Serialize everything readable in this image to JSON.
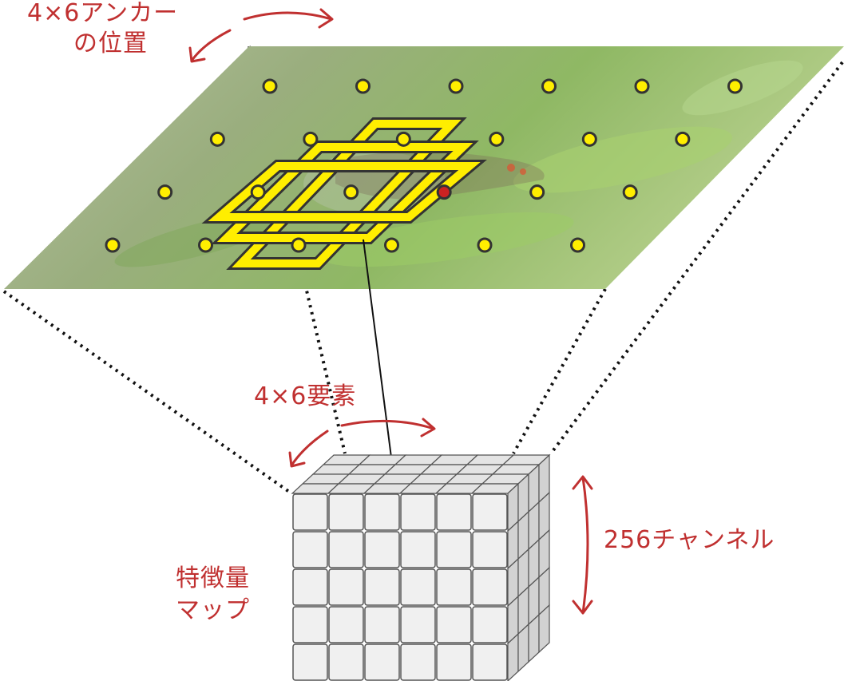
{
  "labels": {
    "anchor_line1": "4×6アンカー",
    "anchor_line2": "の位置",
    "grid_elements": "4×6要素",
    "channels": "256チャンネル",
    "feature_map_line1": "特徴量",
    "feature_map_line2": "マップ"
  },
  "anchor_grid": {
    "rows": 4,
    "cols": 6,
    "highlighted": {
      "row": 2,
      "col": 3
    }
  },
  "feature_map": {
    "rows": 4,
    "cols": 6,
    "channel_layers": 5,
    "highlighted": {
      "row": 0,
      "col": 2
    }
  },
  "colors": {
    "annotation": "#c03030",
    "anchor_point": "#ffee00",
    "anchor_box": "#ffee00",
    "highlight_point": "#cc2222",
    "highlight_cell": "#e06060",
    "cube_face": "#f0f0f0",
    "cube_edge": "#555555",
    "dotted_line": "#111111"
  }
}
